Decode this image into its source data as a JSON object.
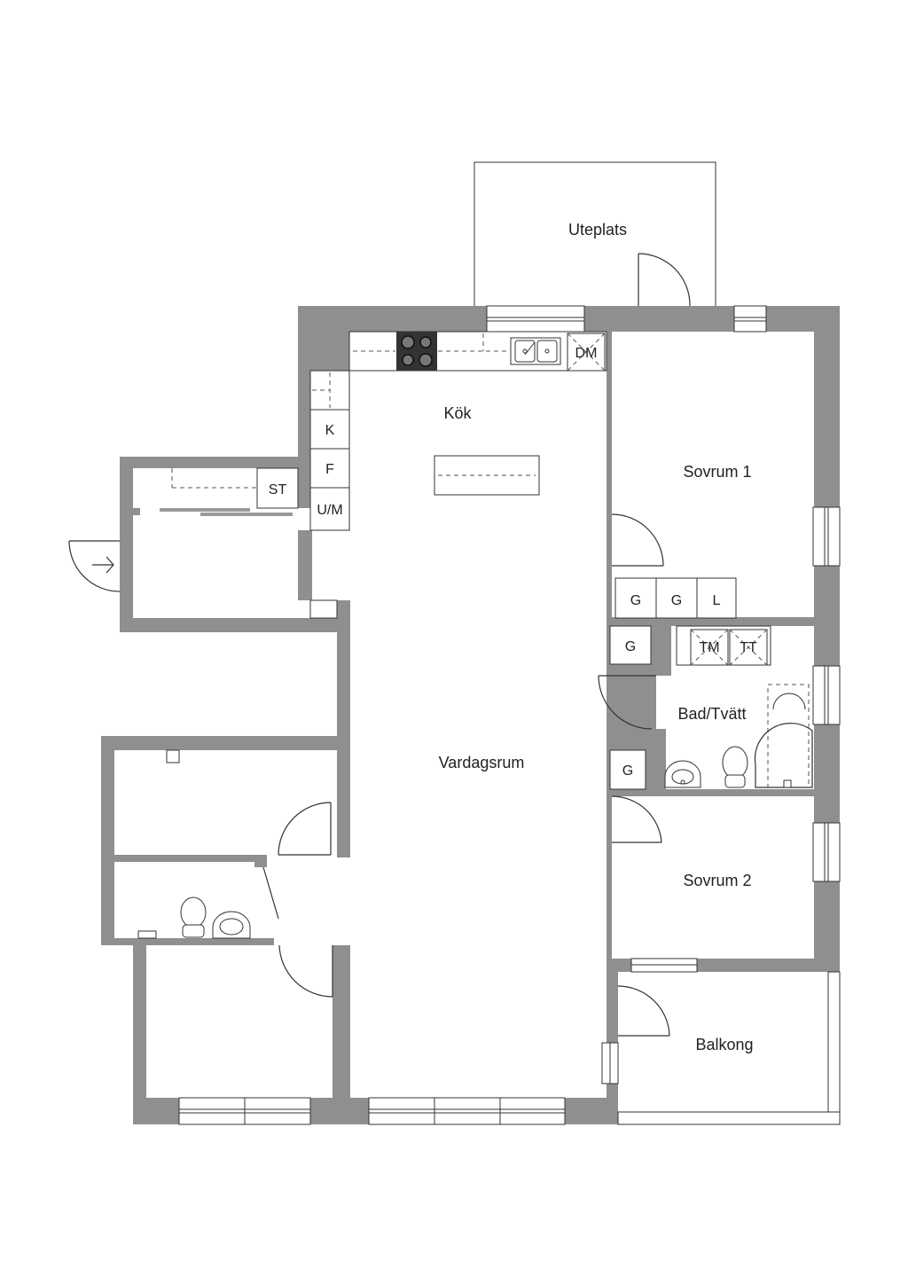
{
  "rooms": {
    "uteplats": "Uteplats",
    "kok": "Kök",
    "sovrum1": "Sovrum 1",
    "vardagsrum": "Vardagsrum",
    "bad_tvatt": "Bad/Tvätt",
    "sovrum2": "Sovrum 2",
    "balkong": "Balkong"
  },
  "fixtures": {
    "dishwasher": "DM",
    "fridge": "K",
    "freezer": "F",
    "oven_microwave": "U/M",
    "storage": "ST",
    "wardrobe": "G",
    "linen": "L",
    "dryer": "TM",
    "drying_cabinet": "TT"
  }
}
